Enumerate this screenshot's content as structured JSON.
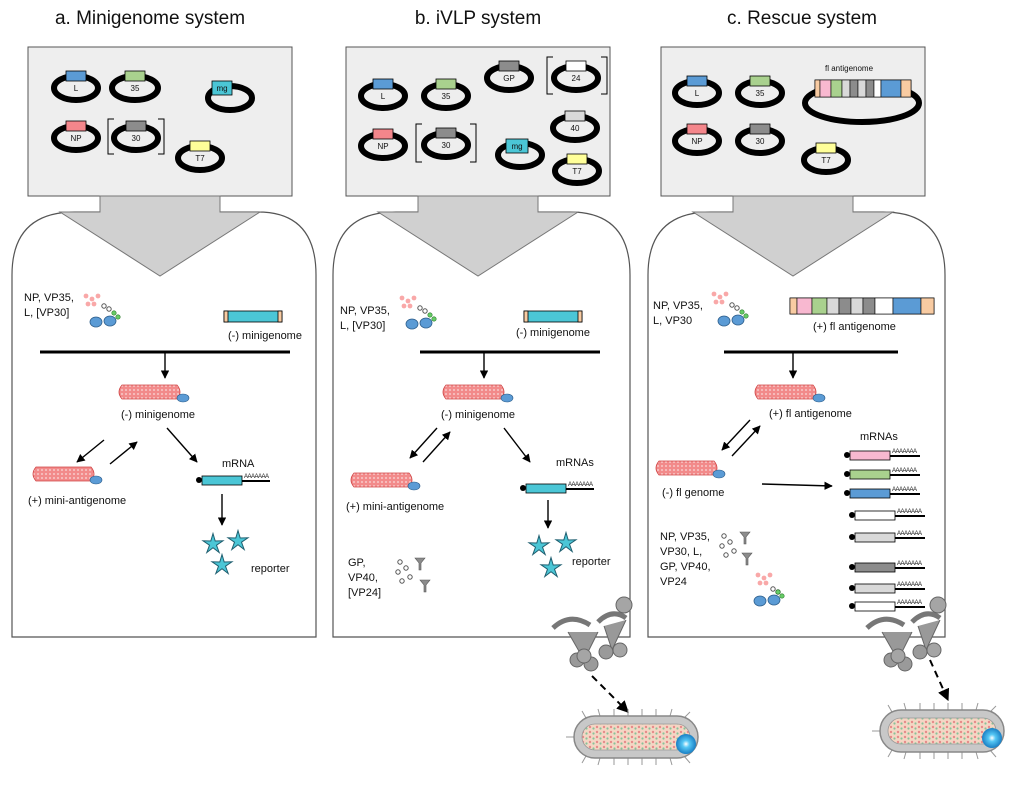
{
  "colors": {
    "box_fill": "#eeeeee",
    "L": "#5b9bd5",
    "VP35": "#a9d18e",
    "NP": "#f4868b",
    "VP30": "#8c8c8c",
    "T7": "#ffff99",
    "mg": "#4bc6d6",
    "GP": "#8c8c8c",
    "VP24": "#ffffff",
    "VP40": "#d9d9d9",
    "tan": "#f8cba2",
    "pink": "#f8b8d0",
    "nucleocapsid": "#f26f6f",
    "star": "#4bc6d6"
  },
  "panels": [
    {
      "title": "a. Minigenome system",
      "plasmids": {
        "L": "L",
        "VP35": "35",
        "NP": "NP",
        "VP30": "30",
        "T7": "T7",
        "mg": "mg"
      },
      "proteins": "NP, VP35,\nL, [VP30]",
      "template": "(-) minigenome",
      "nc1": "(-) minigenome",
      "nc2": "(+) mini-antigenome",
      "mrna": "mRNA",
      "mrna_tail": "AAAAAAA",
      "reporter": "reporter"
    },
    {
      "title": "b. iVLP system",
      "plasmids": {
        "L": "L",
        "VP35": "35",
        "NP": "NP",
        "VP30": "30",
        "T7": "T7",
        "mg": "mg",
        "GP": "GP",
        "VP24": "24",
        "VP40": "40"
      },
      "proteins": "NP, VP35,\nL, [VP30]",
      "template": "(-) minigenome",
      "nc1": "(-) minigenome",
      "nc2": "(+) mini-antigenome",
      "mrna": "mRNAs",
      "mrna_tail": "AAAAAAA",
      "reporter": "reporter",
      "extra_proteins": "GP,\nVP40,\n[VP24]"
    },
    {
      "title": "c. Rescue system",
      "plasmids": {
        "L": "L",
        "VP35": "35",
        "NP": "NP",
        "VP30": "30",
        "T7": "T7",
        "antigenome": "fl antigenome"
      },
      "proteins": "NP, VP35,\nL, VP30",
      "template": "(+) fl antigenome",
      "nc1": "(+) fl antigenome",
      "nc2": "(-) fl genome",
      "mrna": "mRNAs",
      "mrna_tail": "AAAAAAA",
      "extra_proteins": "NP, VP35,\nVP30, L,\nGP, VP40,\nVP24"
    }
  ]
}
